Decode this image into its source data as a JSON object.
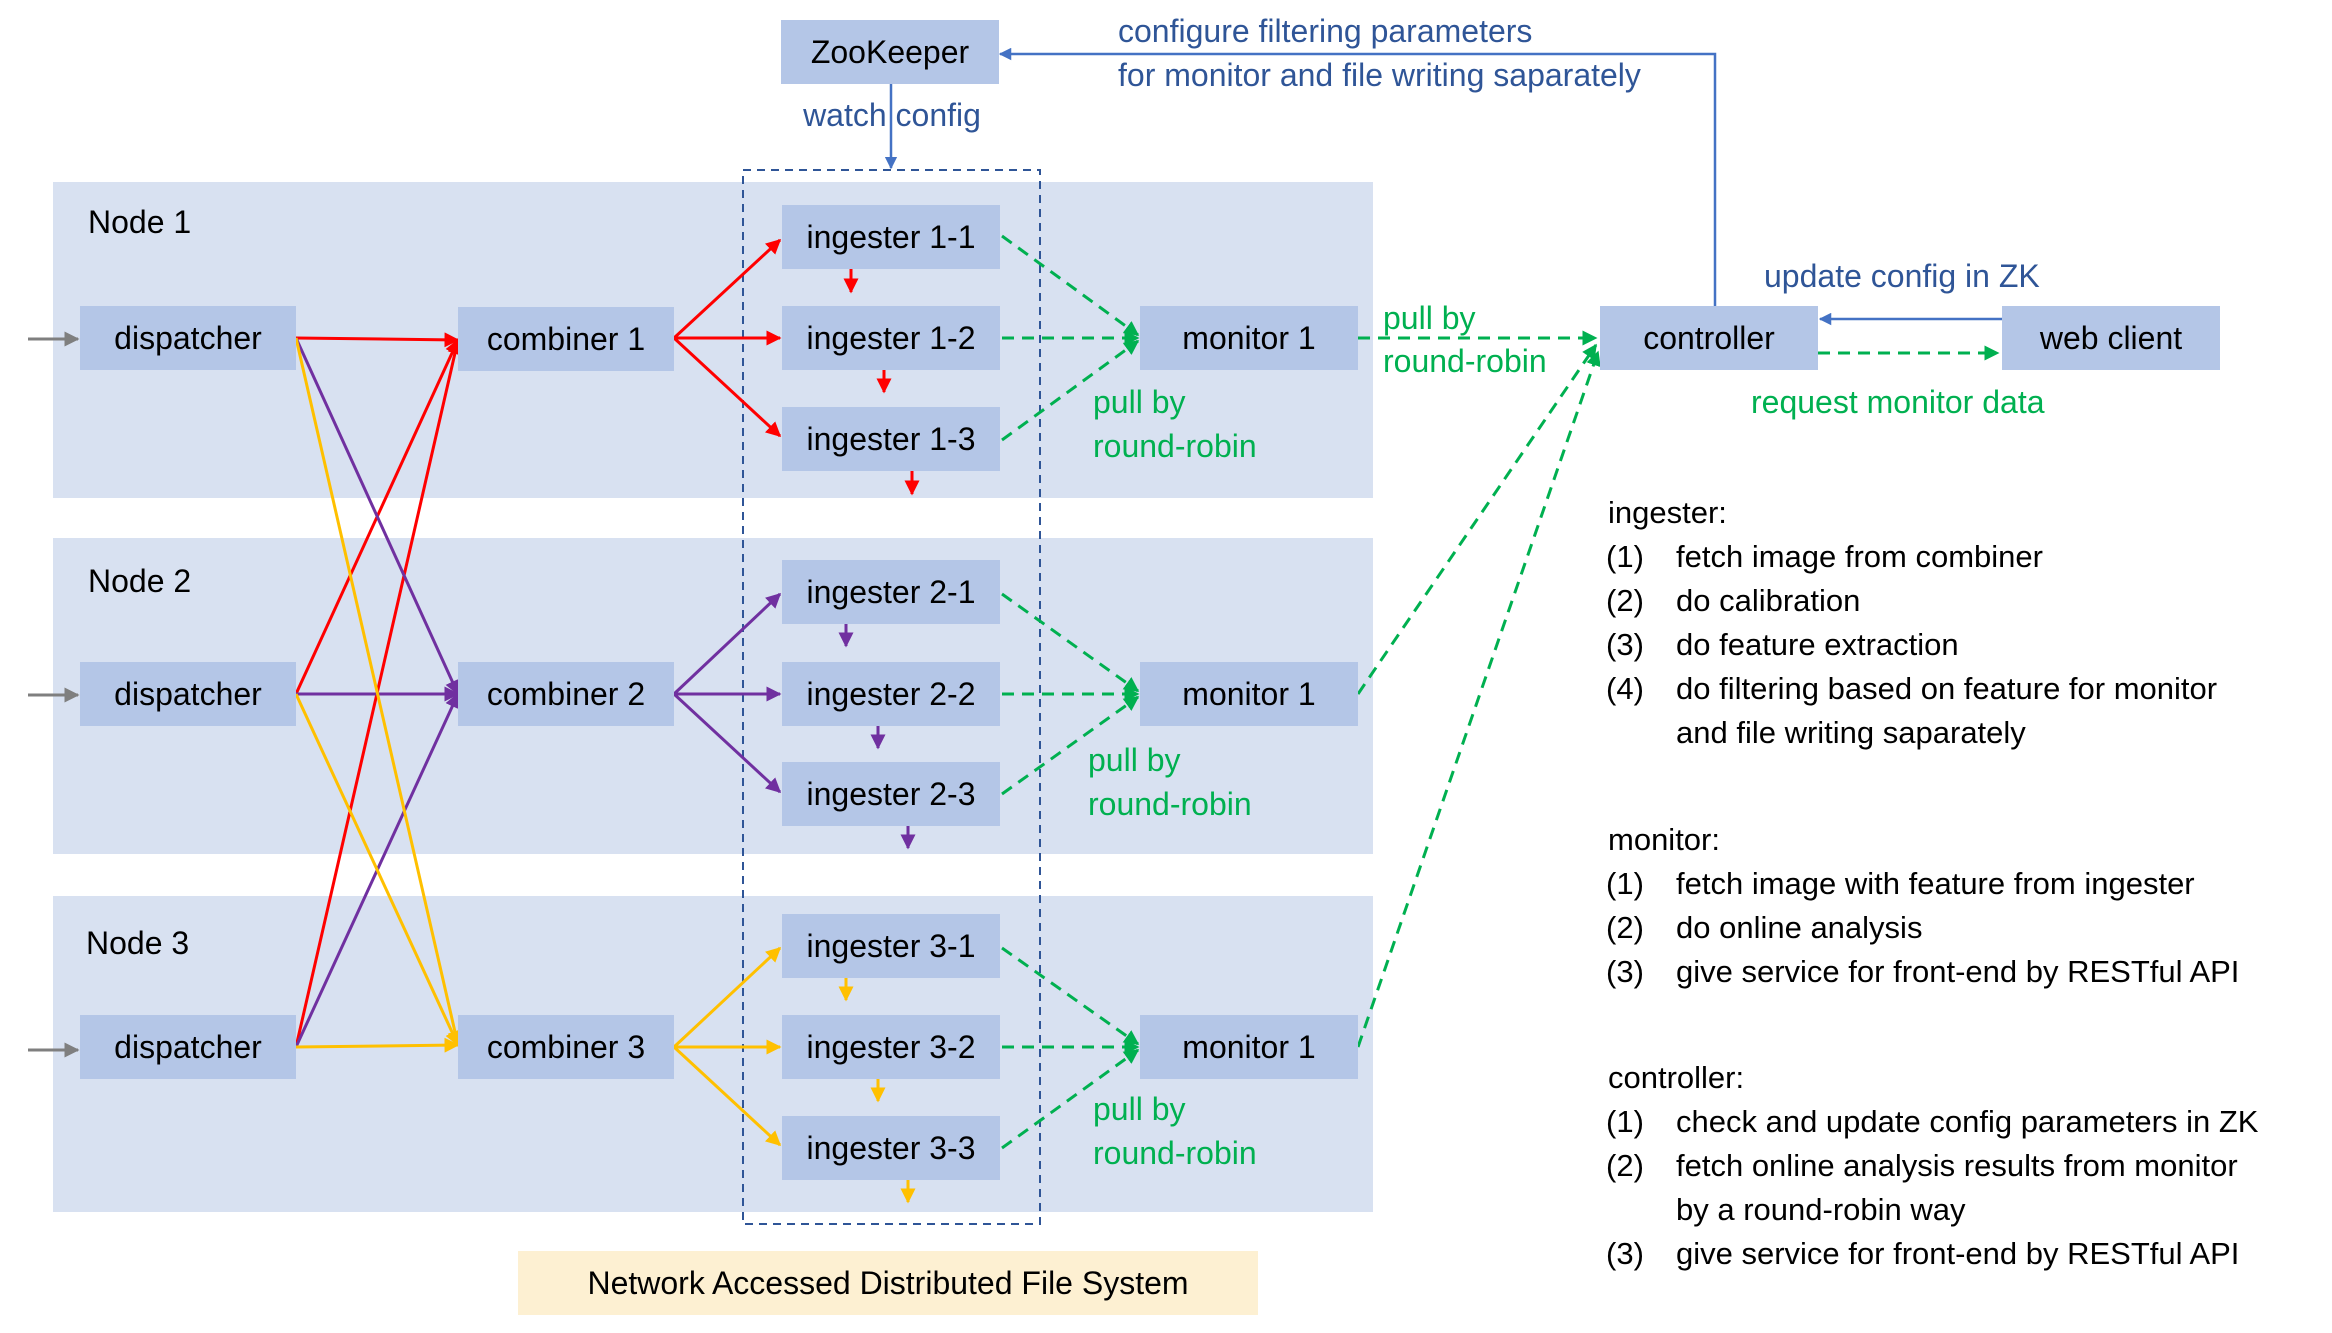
{
  "colors": {
    "red": "#ff0000",
    "purple": "#7030a0",
    "orange": "#ffc000",
    "green": "#00b050",
    "blue": "#4472c4",
    "gray": "#7f7f7f"
  },
  "zookeeper": "ZooKeeper",
  "watch_config": "watch config",
  "configure_line1": "configure filtering parameters",
  "configure_line2": "for monitor and file writing saparately",
  "nodes": [
    {
      "label": "Node 1",
      "dispatcher": "dispatcher",
      "combiner": "combiner 1",
      "ingesters": [
        "ingester 1-1",
        "ingester 1-2",
        "ingester 1-3"
      ],
      "monitor": "monitor 1",
      "pull_line1": "pull by",
      "pull_line2": "round-robin"
    },
    {
      "label": "Node 2",
      "dispatcher": "dispatcher",
      "combiner": "combiner 2",
      "ingesters": [
        "ingester 2-1",
        "ingester 2-2",
        "ingester 2-3"
      ],
      "monitor": "monitor 1",
      "pull_line1": "pull by",
      "pull_line2": "round-robin"
    },
    {
      "label": "Node 3",
      "dispatcher": "dispatcher",
      "combiner": "combiner 3",
      "ingesters": [
        "ingester 3-1",
        "ingester 3-2",
        "ingester 3-3"
      ],
      "monitor": "monitor 1",
      "pull_line1": "pull by",
      "pull_line2": "round-robin"
    }
  ],
  "controller": "controller",
  "web_client": "web client",
  "update_config": "update config in ZK",
  "request_monitor": "request monitor data",
  "controller_pull_line1": "pull by",
  "controller_pull_line2": "round-robin",
  "fs_label": "Network Accessed Distributed File System",
  "descriptions": {
    "ingester": {
      "title": "ingester:",
      "items": [
        {
          "num": "(1)",
          "lines": [
            "fetch image from combiner"
          ]
        },
        {
          "num": "(2)",
          "lines": [
            "do calibration"
          ]
        },
        {
          "num": "(3)",
          "lines": [
            "do feature extraction"
          ]
        },
        {
          "num": "(4)",
          "lines": [
            "do filtering based on feature for monitor",
            "and file writing saparately"
          ]
        }
      ]
    },
    "monitor": {
      "title": "monitor:",
      "items": [
        {
          "num": "(1)",
          "lines": [
            "fetch image with feature from ingester"
          ]
        },
        {
          "num": "(2)",
          "lines": [
            "do online analysis"
          ]
        },
        {
          "num": "(3)",
          "lines": [
            "give service for front-end by RESTful API"
          ]
        }
      ]
    },
    "controller": {
      "title": "controller:",
      "items": [
        {
          "num": "(1)",
          "lines": [
            "check and update config parameters in ZK"
          ]
        },
        {
          "num": "(2)",
          "lines": [
            "fetch online analysis results from monitor",
            "by a round-robin way"
          ]
        },
        {
          "num": "(3)",
          "lines": [
            "give service for front-end by RESTful API"
          ]
        }
      ]
    }
  }
}
